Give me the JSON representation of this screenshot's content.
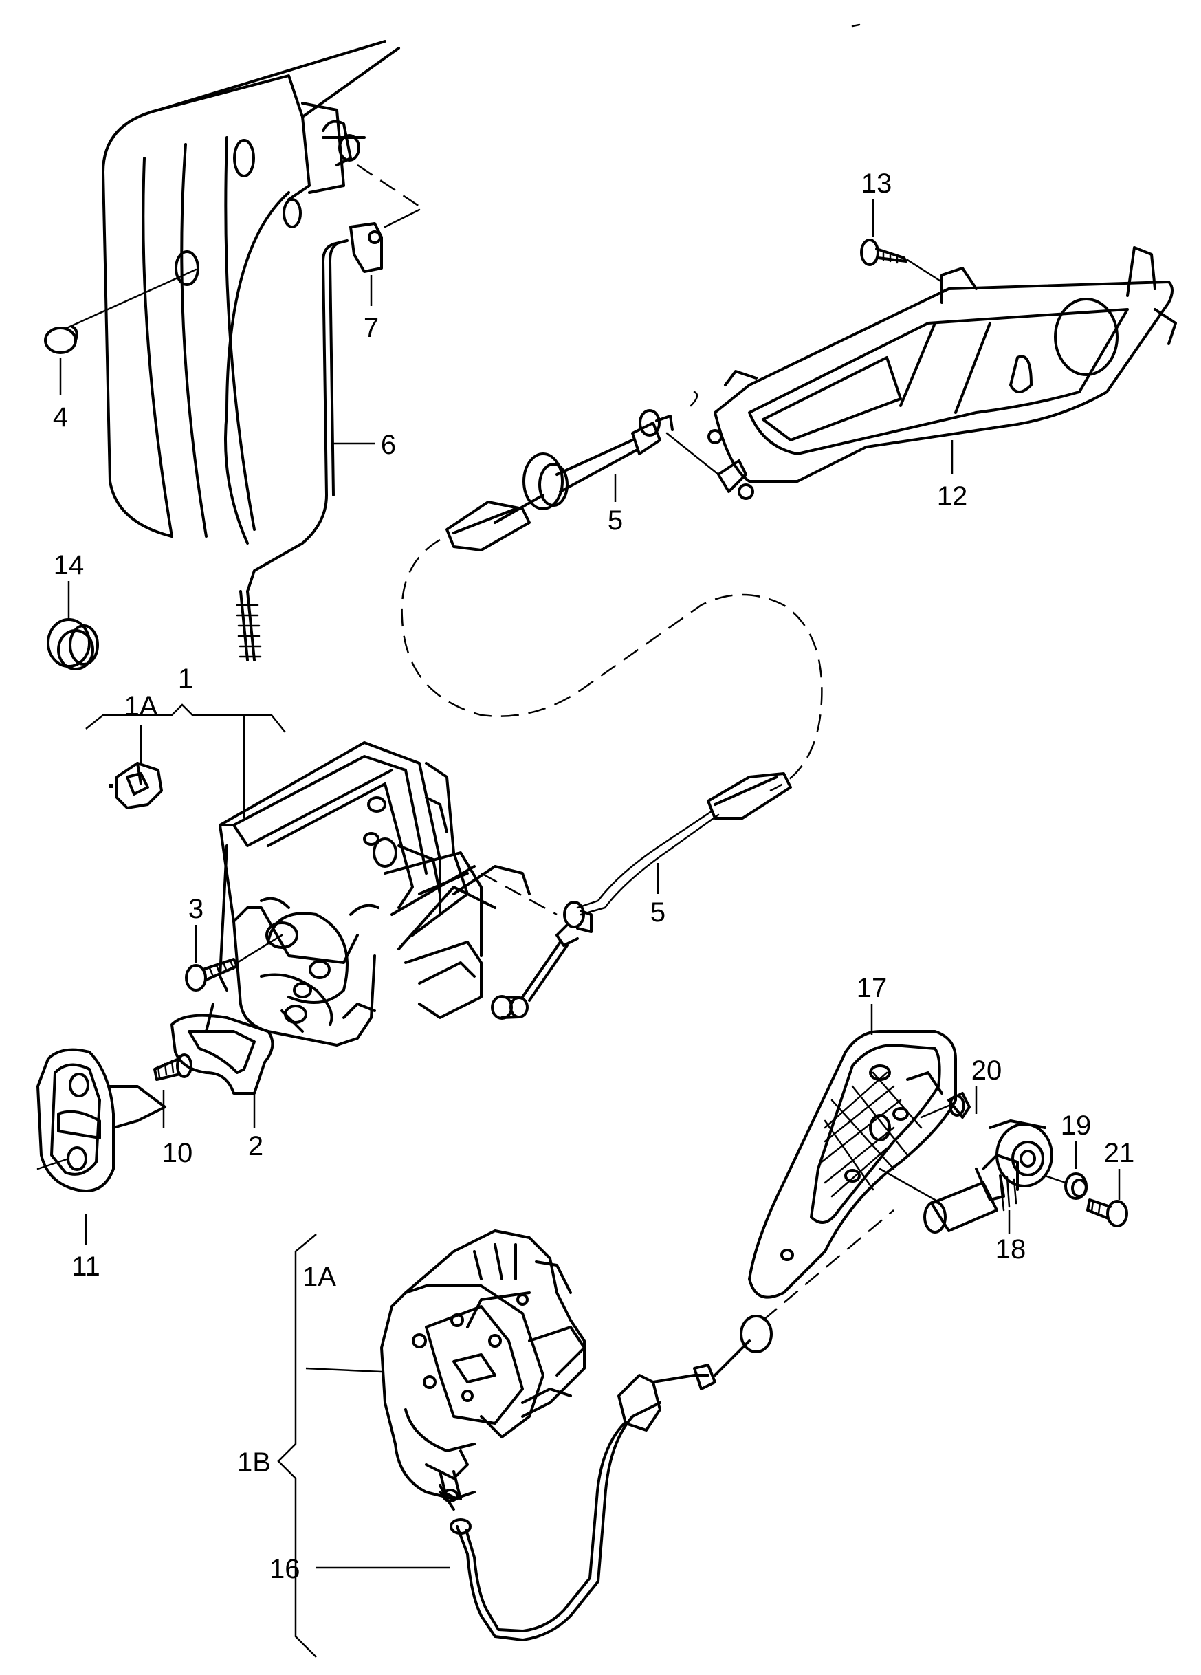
{
  "callouts": [
    {
      "id": "c1",
      "text": "1"
    },
    {
      "id": "c1A_top",
      "text": "1A"
    },
    {
      "id": "c1A_group",
      "text": "1A"
    },
    {
      "id": "c1B",
      "text": "1B"
    },
    {
      "id": "c2",
      "text": "2"
    },
    {
      "id": "c3",
      "text": "3"
    },
    {
      "id": "c4",
      "text": "4"
    },
    {
      "id": "c5_upper",
      "text": "5"
    },
    {
      "id": "c5_lower",
      "text": "5"
    },
    {
      "id": "c6",
      "text": "6"
    },
    {
      "id": "c7",
      "text": "7"
    },
    {
      "id": "c10",
      "text": "10"
    },
    {
      "id": "c11",
      "text": "11"
    },
    {
      "id": "c12",
      "text": "12"
    },
    {
      "id": "c13",
      "text": "13"
    },
    {
      "id": "c14",
      "text": "14"
    },
    {
      "id": "c16",
      "text": "16"
    },
    {
      "id": "c17",
      "text": "17"
    },
    {
      "id": "c18",
      "text": "18"
    },
    {
      "id": "c19",
      "text": "19"
    },
    {
      "id": "c20",
      "text": "20"
    },
    {
      "id": "c21",
      "text": "21"
    }
  ]
}
